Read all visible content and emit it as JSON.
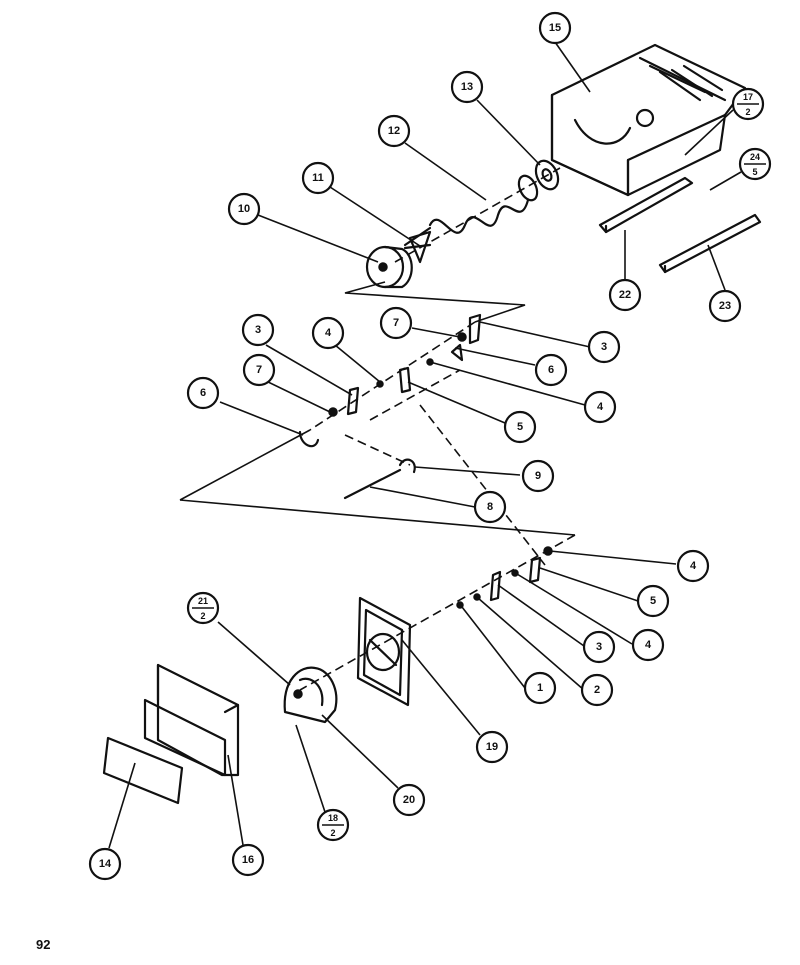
{
  "page": {
    "number": "92"
  },
  "callouts": [
    {
      "id": "c15",
      "label": "15"
    },
    {
      "id": "c13",
      "label": "13"
    },
    {
      "id": "c12",
      "label": "12"
    },
    {
      "id": "c11",
      "label": "11"
    },
    {
      "id": "c10",
      "label": "10"
    },
    {
      "id": "c17-2",
      "numerator": "17",
      "denominator": "2"
    },
    {
      "id": "c24-5",
      "numerator": "24",
      "denominator": "5"
    },
    {
      "id": "c22",
      "label": "22"
    },
    {
      "id": "c23",
      "label": "23"
    },
    {
      "id": "c7a",
      "label": "7"
    },
    {
      "id": "c3a",
      "label": "3"
    },
    {
      "id": "c3b",
      "label": "3"
    },
    {
      "id": "c4a",
      "label": "4"
    },
    {
      "id": "c6a",
      "label": "6"
    },
    {
      "id": "c7b",
      "label": "7"
    },
    {
      "id": "c4b",
      "label": "4"
    },
    {
      "id": "c6b",
      "label": "6"
    },
    {
      "id": "c5a",
      "label": "5"
    },
    {
      "id": "c9",
      "label": "9"
    },
    {
      "id": "c8",
      "label": "8"
    },
    {
      "id": "c4c",
      "label": "4"
    },
    {
      "id": "c5b",
      "label": "5"
    },
    {
      "id": "c3c",
      "label": "3"
    },
    {
      "id": "c4d",
      "label": "4"
    },
    {
      "id": "c21-2",
      "numerator": "21",
      "denominator": "2"
    },
    {
      "id": "c1",
      "label": "1"
    },
    {
      "id": "c2",
      "label": "2"
    },
    {
      "id": "c19",
      "label": "19"
    },
    {
      "id": "c20",
      "label": "20"
    },
    {
      "id": "c18-2",
      "numerator": "18",
      "denominator": "2"
    },
    {
      "id": "c14",
      "label": "14"
    },
    {
      "id": "c16",
      "label": "16"
    }
  ]
}
